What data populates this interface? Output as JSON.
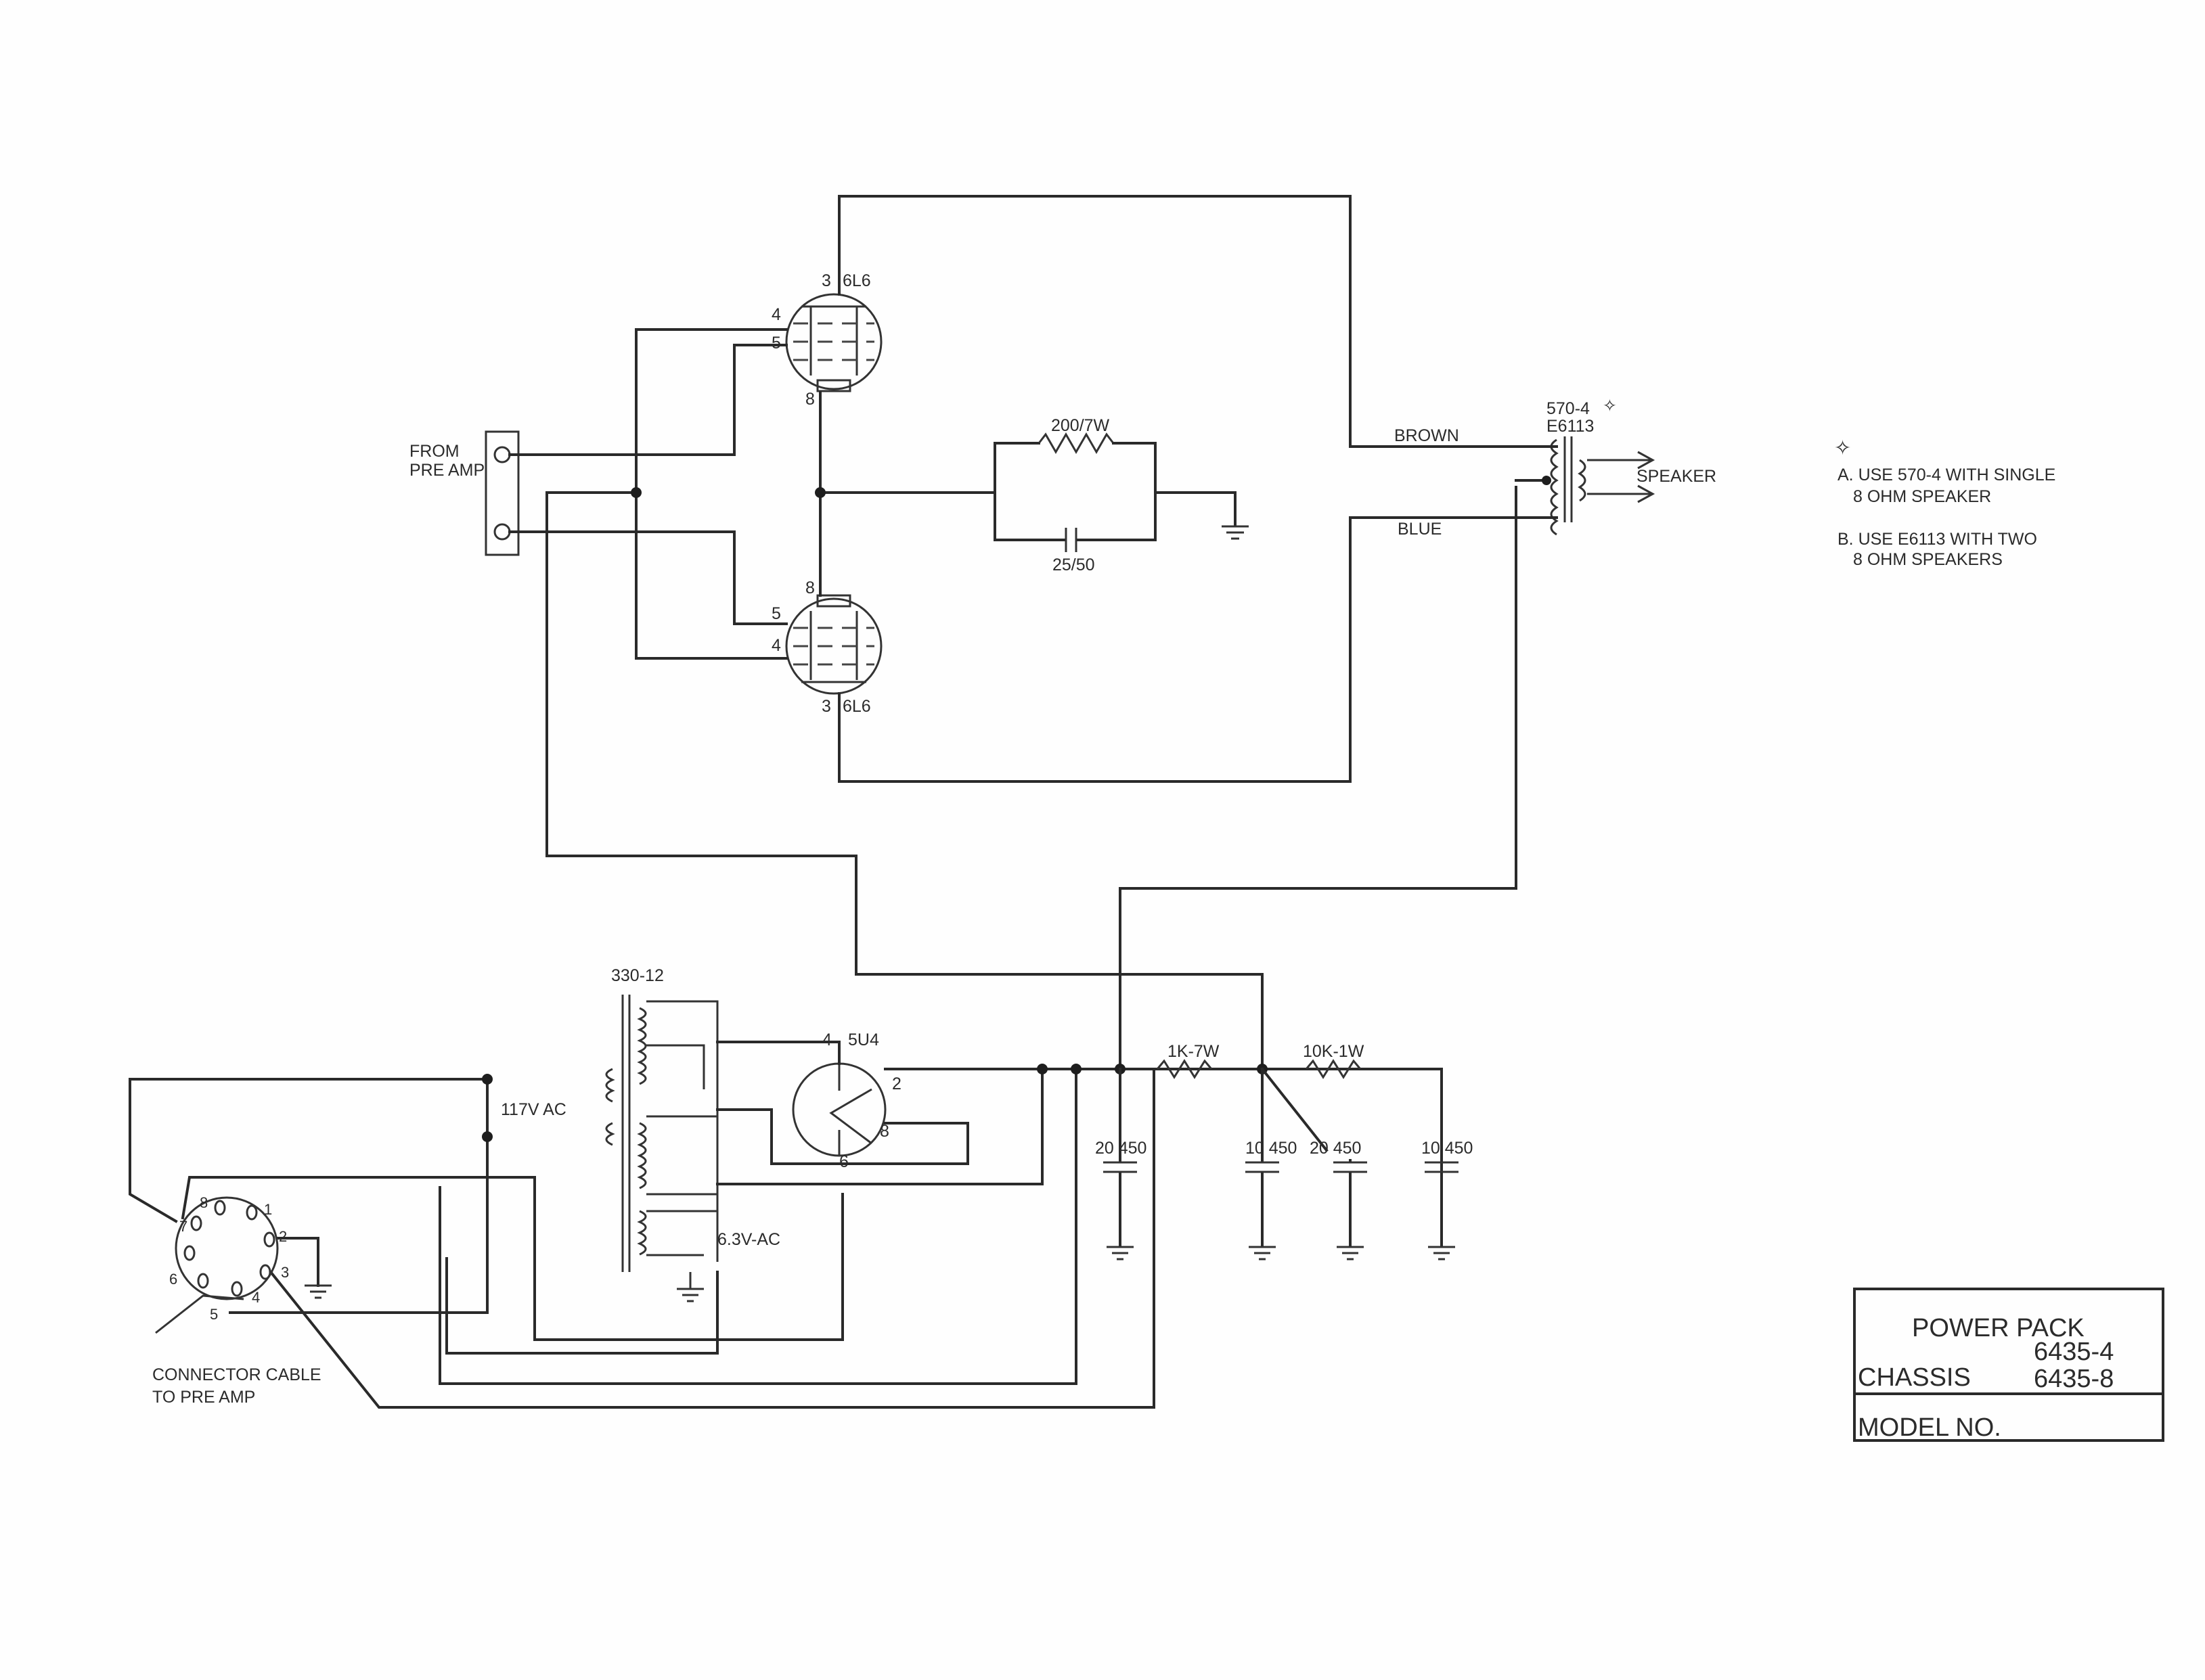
{
  "schematic": {
    "input": {
      "from_line1": "FROM",
      "from_line2": "PRE AMP"
    },
    "tubes": {
      "upper": {
        "type": "6L6",
        "pin_plate": "3",
        "pin_screen": "4",
        "pin_grid": "5",
        "pin_cathode": "8"
      },
      "lower": {
        "type": "6L6",
        "pin_plate": "3",
        "pin_screen": "4",
        "pin_grid": "5",
        "pin_cathode": "8"
      },
      "rectifier": {
        "type": "5U4",
        "pin_a": "4",
        "pin_b": "2",
        "pin_c": "6",
        "pin_d": "8"
      }
    },
    "cathode_network": {
      "resistor": "200/7W",
      "capacitor": "25/50"
    },
    "output": {
      "transformer_line1": "570-4",
      "transformer_line2": "E6113",
      "wire_top": "BROWN",
      "wire_bottom": "BLUE",
      "speaker": "SPEAKER"
    },
    "notes": {
      "a_line1": "A. USE 570-4 WITH SINGLE",
      "a_line2": "8 OHM SPEAKER",
      "b_line1": "B. USE E6113 WITH TWO",
      "b_line2": "8 OHM SPEAKERS"
    },
    "power": {
      "transformer": "330-12",
      "mains": "117V AC",
      "heater": "6.3V-AC",
      "r1": "1K-7W",
      "r2": "10K-1W",
      "c1": "20 450",
      "c2": "10 450",
      "c3": "20 450",
      "c4": "10 450"
    },
    "connector": {
      "pins": [
        "1",
        "2",
        "3",
        "4",
        "5",
        "6",
        "7",
        "8"
      ],
      "caption_line1": "CONNECTOR CABLE",
      "caption_line2": "TO PRE AMP"
    }
  },
  "title_block": {
    "heading": "POWER PACK",
    "chassis_label": "CHASSIS",
    "chassis_no1": "6435-4",
    "chassis_no2": "6435-8",
    "model_label": "MODEL NO."
  }
}
